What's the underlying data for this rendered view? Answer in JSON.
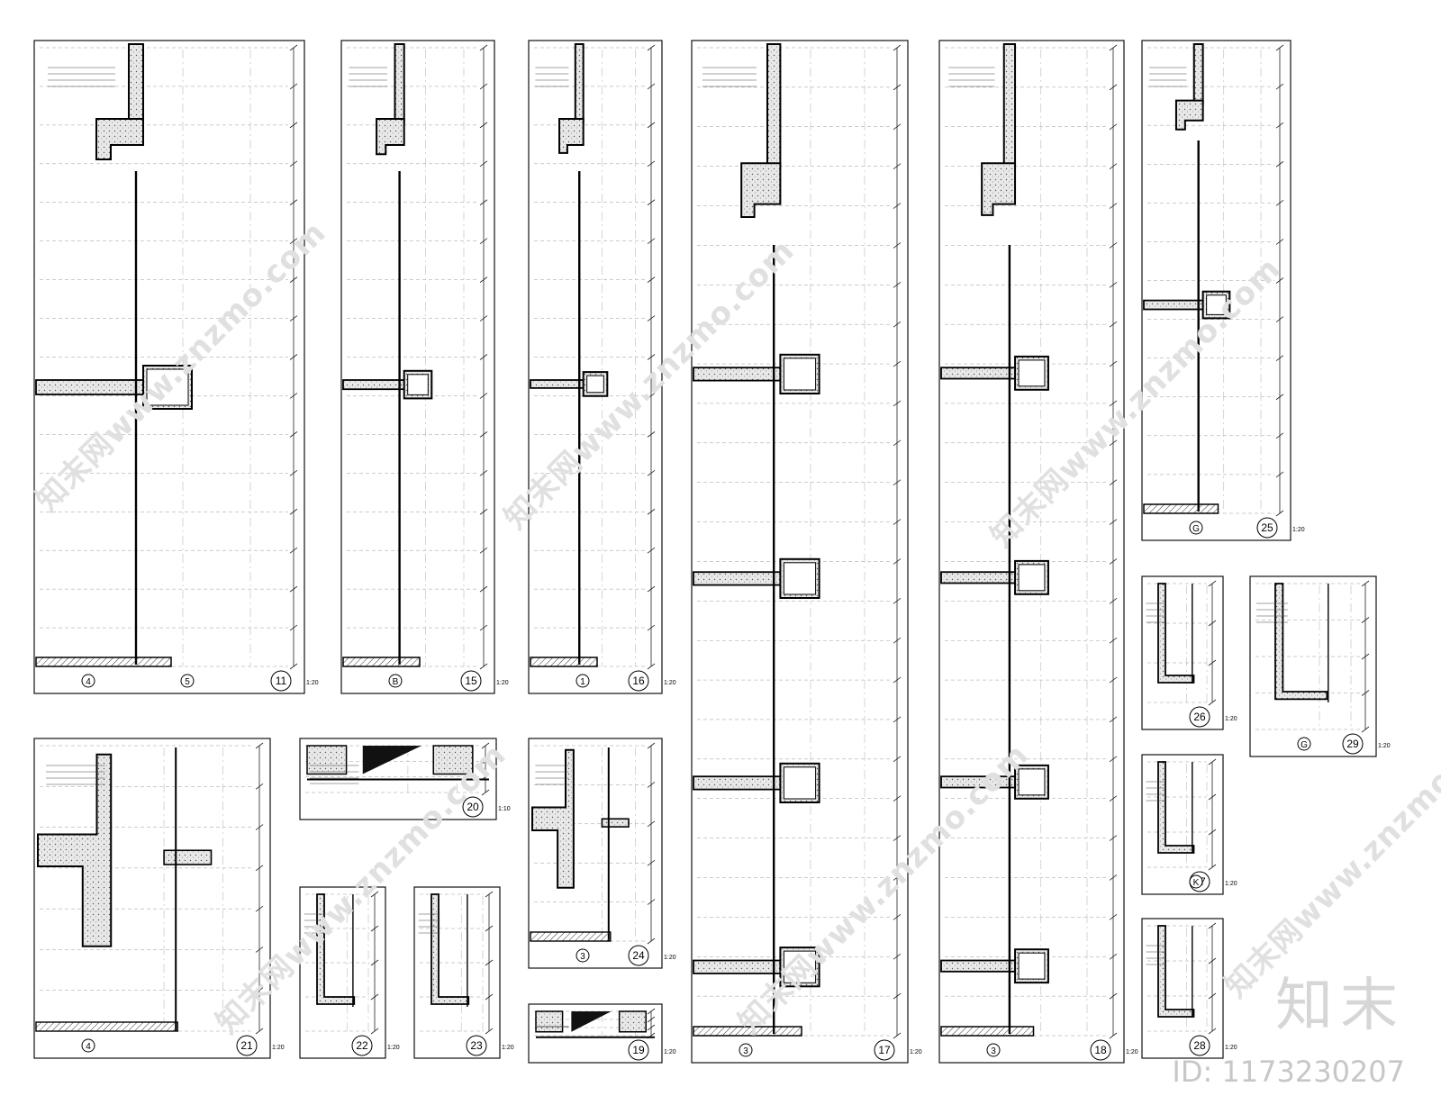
{
  "drawing": {
    "details": [
      {
        "number": "11",
        "scale": "1:20",
        "axes": [
          "4",
          "5"
        ]
      },
      {
        "number": "15",
        "scale": "1:20",
        "axes": [
          "B"
        ]
      },
      {
        "number": "16",
        "scale": "1:20",
        "axes": [
          "1"
        ]
      },
      {
        "number": "17",
        "scale": "1:20",
        "axes": [
          "3"
        ]
      },
      {
        "number": "18",
        "scale": "1:20",
        "axes": [
          "3"
        ]
      },
      {
        "number": "25",
        "scale": "1:20",
        "axes": [
          "G"
        ]
      },
      {
        "number": "26",
        "scale": "1:20",
        "axes": []
      },
      {
        "number": "27",
        "scale": "1:20",
        "axes": [
          "K"
        ]
      },
      {
        "number": "28",
        "scale": "1:20",
        "axes": []
      },
      {
        "number": "29",
        "scale": "1:20",
        "axes": [
          "G"
        ]
      },
      {
        "number": "21",
        "scale": "1:20",
        "axes": [
          "4"
        ]
      },
      {
        "number": "20",
        "scale": "1:10",
        "axes": []
      },
      {
        "number": "22",
        "scale": "1:20",
        "axes": []
      },
      {
        "number": "23",
        "scale": "1:20",
        "axes": []
      },
      {
        "number": "24",
        "scale": "1:20",
        "axes": [
          "3"
        ]
      },
      {
        "number": "19",
        "scale": "1:20",
        "axes": []
      }
    ]
  },
  "watermark": {
    "text": "知末网www.znzmo.com",
    "brand": "知末",
    "image_id": "ID: 1173230207"
  }
}
